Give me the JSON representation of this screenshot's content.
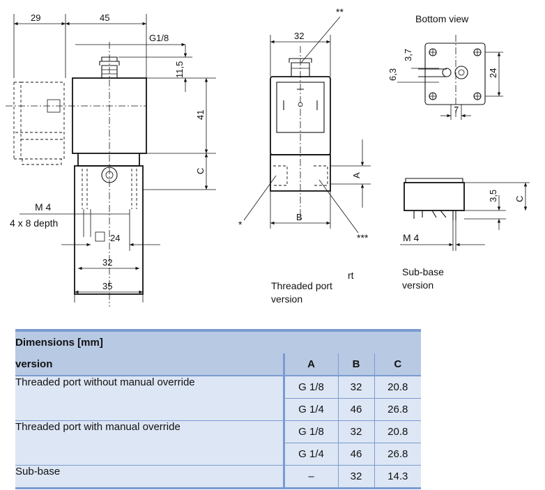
{
  "drawing": {
    "dims": {
      "d29": "29",
      "d45": "45",
      "g18": "G1/8",
      "d11_5": "11,5",
      "d41": "41",
      "c": "C",
      "d32_front": "32",
      "b": "B",
      "a": "A",
      "d3_7": "3,7",
      "d6_3": "6,3",
      "d24_bottom": "24",
      "d7": "7",
      "d3_5": "3,5",
      "c_sub": "C",
      "d24_side": "24",
      "d32_side": "32",
      "d35_side": "35"
    },
    "labels": {
      "m4_left": "M 4",
      "depth": "4 x 8 depth",
      "bottom_view": "Bottom view",
      "threaded_line1": "Threaded port",
      "threaded_line2": "version",
      "rt": "rt",
      "subbase_line1": "Sub-base",
      "subbase_line2": "version",
      "m4_right": "M 4",
      "star1": "*",
      "star2": "**",
      "star3": "***"
    }
  },
  "table": {
    "title": "Dimensions [mm]",
    "version_header": "version",
    "col_a": "A",
    "col_b": "B",
    "col_c": "C",
    "rows": [
      {
        "name": "Threaded port without  manual override",
        "a": "G 1/8",
        "b": "32",
        "c": "20.8"
      },
      {
        "name": "",
        "a": "G 1/4",
        "b": "46",
        "c": "26.8"
      },
      {
        "name": "Threaded port with manual override",
        "a": "G 1/8",
        "b": "32",
        "c": "20.8"
      },
      {
        "name": "",
        "a": "G 1/4",
        "b": "46",
        "c": "26.8"
      },
      {
        "name": "Sub-base",
        "a": "–",
        "b": "32",
        "c": "14.3"
      }
    ]
  }
}
